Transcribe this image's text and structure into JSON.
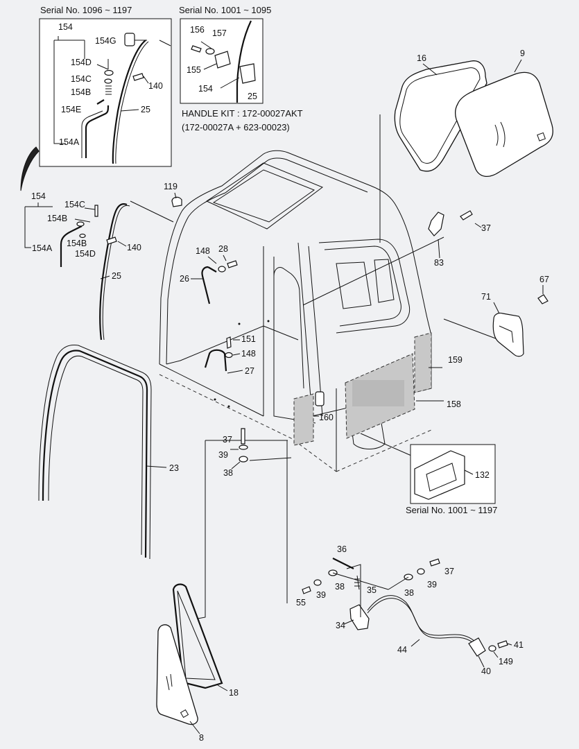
{
  "insets": {
    "top_left": {
      "serial": "Serial No. 1096 ~ 1197",
      "labels": [
        "154",
        "154G",
        "154D",
        "154C",
        "154B",
        "154E",
        "154A",
        "140",
        "25"
      ]
    },
    "top_middle": {
      "serial": "Serial No. 1001 ~ 1095",
      "labels": [
        "156",
        "157",
        "155",
        "154",
        "25"
      ],
      "kit_line1": "HANDLE KIT : 172-00027AKT",
      "kit_line2": "(172-00027A + 623-00023)"
    },
    "bottom_right": {
      "serial": "Serial No. 1001 ~ 1197",
      "labels": [
        "132"
      ]
    }
  },
  "callouts": {
    "c16": "16",
    "c9": "9",
    "c37a": "37",
    "c83": "83",
    "c67": "67",
    "c71": "71",
    "c159": "159",
    "c158": "158",
    "c160": "160",
    "c119": "119",
    "c154": "154",
    "c154C": "154C",
    "c154B": "154B",
    "c154A": "154A",
    "c154B2": "154B",
    "c154D": "154D",
    "c140": "140",
    "c25": "25",
    "c148": "148",
    "c28": "28",
    "c26": "26",
    "c151": "151",
    "c148b": "148",
    "c27": "27",
    "c37b": "37",
    "c39a": "39",
    "c38a": "38",
    "c23": "23",
    "c36": "36",
    "c37c": "37",
    "c39b": "39",
    "c38b": "38",
    "c35": "35",
    "c38c": "38",
    "c39c": "39",
    "c55": "55",
    "c34": "34",
    "c44": "44",
    "c41": "41",
    "c149": "149",
    "c40": "40",
    "c18": "18",
    "c8": "8"
  }
}
